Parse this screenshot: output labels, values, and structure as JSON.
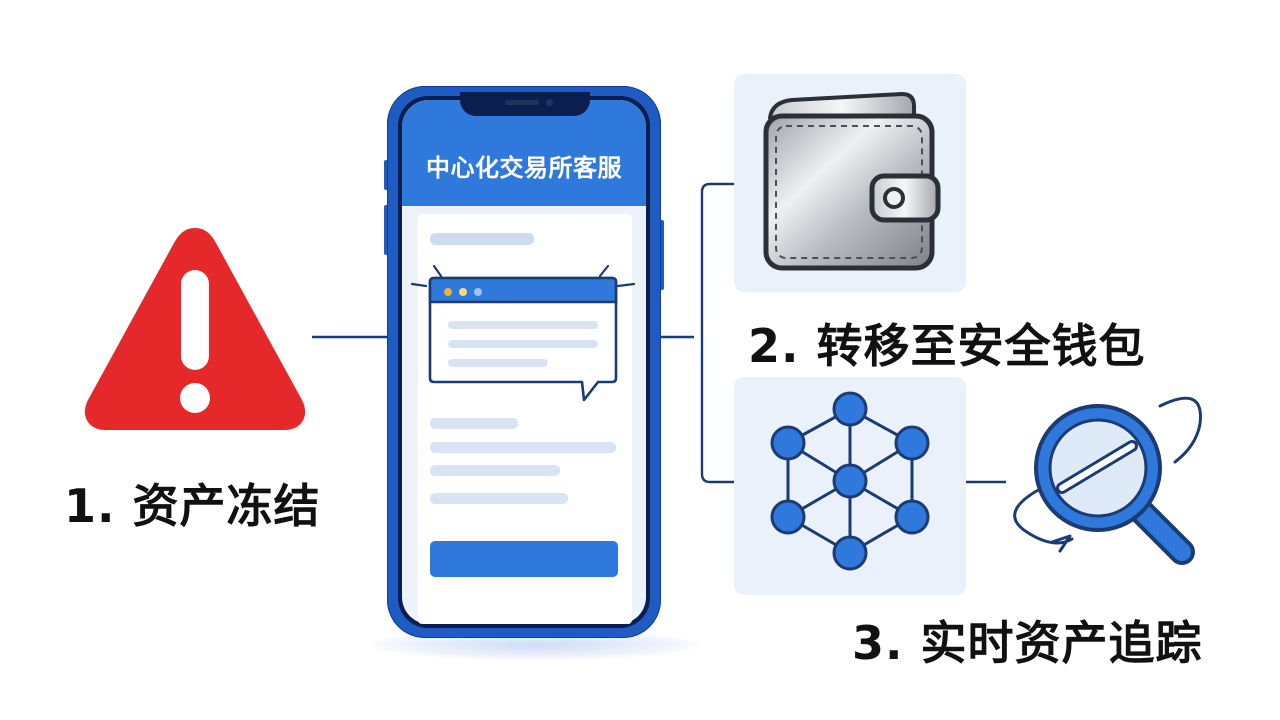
{
  "phone": {
    "title": "中心化交易所客服"
  },
  "steps": [
    {
      "label": "1. 资产冻结",
      "icon": "warning-triangle-icon"
    },
    {
      "label": "2. 转移至安全钱包",
      "icon": "wallet-icon"
    },
    {
      "label": "3. 实时资产追踪",
      "icon": "blockchain-network-icon",
      "secondary_icon": "magnifier-icon"
    }
  ],
  "colors": {
    "primary_blue": "#2f79dd",
    "phone_frame": "#1e5cc4",
    "warning_red": "#e5292b",
    "connector": "#1a3b73",
    "icon_bg": "#eaf1fb",
    "label_text": "#111111"
  }
}
